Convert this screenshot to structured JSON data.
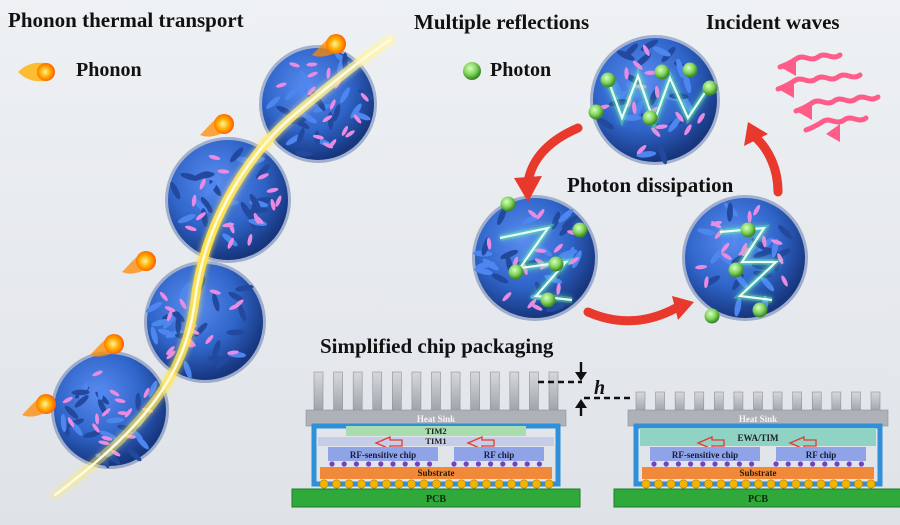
{
  "labels": {
    "phonon_title": "Phonon thermal transport",
    "phonon_legend": "Phonon",
    "reflections_title": "Multiple reflections",
    "incident_title": "Incident waves",
    "photon_legend": "Photon",
    "dissipation_title": "Photon dissipation",
    "packaging_title": "Simplified chip packaging",
    "gap_symbol": "h"
  },
  "left_package": {
    "heat_sink": "Heat Sink",
    "tim2": "TIM2",
    "tim1": "TIM1",
    "rf_sensitive": "RF-sensitive chip",
    "rf_chip": "RF chip",
    "substrate": "Substrate",
    "pcb": "PCB"
  },
  "right_package": {
    "heat_sink": "Heat Sink",
    "ewa_tim": "EWA/TIM",
    "rf_sensitive": "RF-sensitive chip",
    "rf_chip": "RF chip",
    "substrate": "Substrate",
    "pcb": "PCB"
  },
  "colors": {
    "sphere": "#2f64c8",
    "sphere_dark": "#1b3f8f",
    "petal": "#e98be0",
    "phonon_fire": "#ff6a00",
    "photon": "#7fd35a",
    "zigzag": "#b6ffd8",
    "arrow_red": "#e8392c",
    "wave_pink": "#ff5c8a",
    "heat_sink": "#b9bcc2",
    "tim_green": "#a9dcae",
    "chip_blue": "#8ea4e6",
    "substrate": "#f08a3a",
    "pcb": "#2faa3a",
    "frame_blue": "#2f8fd8"
  }
}
